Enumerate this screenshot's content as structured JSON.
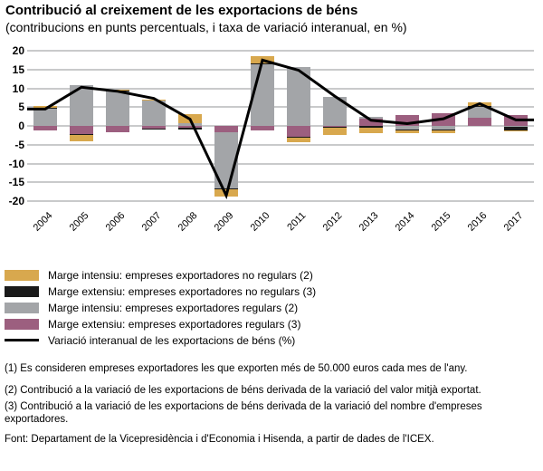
{
  "title": "Contribució al creixement de les exportacions de béns",
  "subtitle": "(contribucions en punts percentuals, i taxa de variació interanual, en %)",
  "chart_data": {
    "type": "bar",
    "subtype": "stacked-bars-with-line",
    "categories": [
      "2004",
      "2005",
      "2006",
      "2007",
      "2008",
      "2009",
      "2010",
      "2011",
      "2012",
      "2013",
      "2014",
      "2015",
      "2016",
      "2017"
    ],
    "series": [
      {
        "name": "Marge intensiu: empreses exportadores no regulars (2)",
        "color": "#d8a84e",
        "values": [
          0.4,
          -1.7,
          0.3,
          0.2,
          2.4,
          -2.0,
          1.9,
          -1.2,
          -1.8,
          -1.6,
          -0.8,
          -0.6,
          0.8,
          -0.3
        ]
      },
      {
        "name": "Marge extensiu: empreses exportadores no regulars (3)",
        "color": "#1a1a1a",
        "values": [
          0.1,
          -0.2,
          0.1,
          -0.1,
          -0.3,
          -0.1,
          0.1,
          -0.2,
          -0.2,
          -0.4,
          -0.2,
          -0.3,
          0.1,
          -0.8
        ]
      },
      {
        "name": "Marge intensiu: empreses exportadores regulars (2)",
        "color": "#a3a5a8",
        "values": [
          4.7,
          10.9,
          9.2,
          6.9,
          0.8,
          -14.9,
          16.5,
          15.7,
          7.8,
          0.5,
          -0.9,
          -1.0,
          3.2,
          -0.3
        ]
      },
      {
        "name": "Marge extensiu: empreses exportadores regulars (3)",
        "color": "#9c5f7f",
        "values": [
          -1.2,
          -2.2,
          -1.6,
          -0.8,
          -0.6,
          -1.8,
          -1.2,
          -2.9,
          -0.3,
          1.9,
          2.9,
          3.4,
          2.1,
          2.9
        ]
      }
    ],
    "line_series": {
      "name": "Variació interanual de les exportacions de béns (%)",
      "color": "#000000",
      "values": [
        4.5,
        10.3,
        9.2,
        7.3,
        1.8,
        -18.5,
        17.5,
        14.8,
        7.9,
        1.5,
        0.6,
        1.9,
        5.9,
        1.6
      ]
    },
    "ylim": [
      -20,
      20
    ],
    "ytick_step": 5,
    "grid": true,
    "legend_position": "bottom",
    "stack_order_from_zero": [
      "purple",
      "gray",
      "black",
      "yellow"
    ],
    "grid_color": "#c9cacb"
  },
  "footnotes": [
    "(1) Es consideren empreses exportadores les que exporten més de 50.000 euros cada mes de l'any.",
    "(2) Contribució a la variació de les exportacions de béns derivada de la variació del valor mitjà exportat.",
    "(3) Contribució a la variació de les exportacions de béns derivada de la variació del nombre d'empreses exportadores."
  ],
  "source": "Font: Departament de la Vicepresidència i d'Economia i Hisenda, a partir de dades de l'ICEX."
}
